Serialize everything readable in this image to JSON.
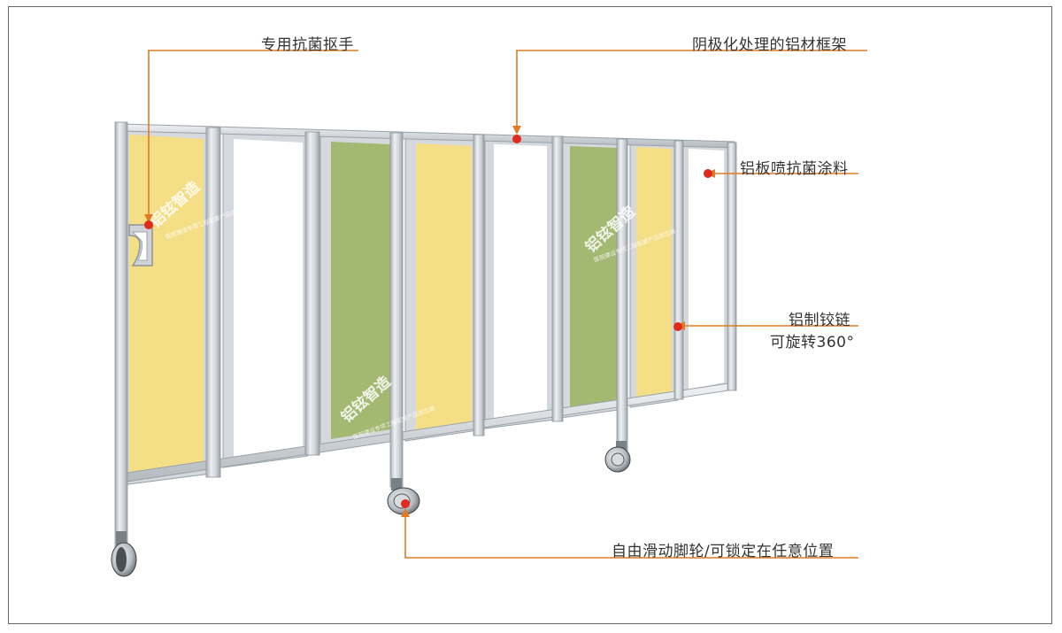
{
  "colors": {
    "accent": "#e07b24",
    "marker": "#e02a1d",
    "yellow_panel": "#f5df86",
    "green_panel": "#a3b871",
    "frame": "#d5d8dc",
    "frame_dark": "#9aa1a8",
    "watermark": "#ffffff"
  },
  "callouts": {
    "handle": "专用抗菌抠手",
    "frame": "阴极化处理的铝材框架",
    "coating": "铝板喷抗菌涂料",
    "hinge_line1": "铝制铰链",
    "hinge_line2": "可旋转360°",
    "caster": "自由滑动脚轮/可锁定在任意位置"
  },
  "watermark": {
    "brand": "铝铉智造",
    "subtitle": "医院建设专项工程配套产品供应商"
  },
  "panels": [
    {
      "fill": "yellow"
    },
    {
      "fill": "white"
    },
    {
      "fill": "green"
    },
    {
      "fill": "yellow"
    },
    {
      "fill": "white"
    },
    {
      "fill": "green"
    },
    {
      "fill": "yellow"
    },
    {
      "fill": "white"
    }
  ]
}
